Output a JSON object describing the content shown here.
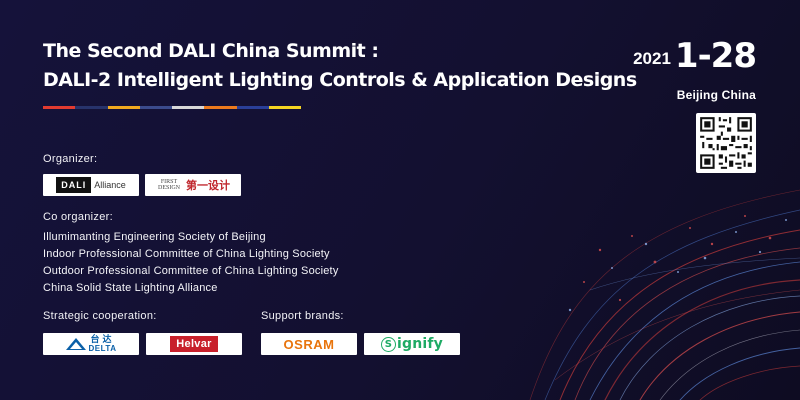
{
  "header": {
    "title_line1": "The Second DALI China Summit :",
    "title_line2": "DALI-2 Intelligent Lighting Controls & Application Designs"
  },
  "event": {
    "year": "2021",
    "date": "1-28",
    "city": "Beijing China"
  },
  "accent_colors": [
    "#e23b30",
    "#27336b",
    "#f0a91f",
    "#3b4b8c",
    "#d8d8d8",
    "#ec7a1d",
    "#2a3f98",
    "#f5d522"
  ],
  "qr_code": {
    "icon": "qr-code-icon"
  },
  "organizer": {
    "label": "Organizer:",
    "logos": [
      {
        "name": "DALI Alliance",
        "mark": "DALI",
        "text": "Alliance"
      },
      {
        "name": "First Design",
        "en": "FIRST DESIGN",
        "cn": "第一设计"
      }
    ]
  },
  "co_organizer": {
    "label": "Co organizer:",
    "items": [
      "Illumimanting Engineering Society of Beijing",
      "Indoor Professional Committee of China Lighting Society",
      "Outdoor Professional Committee of China Lighting Society",
      "China Solid State Lighting Alliance"
    ]
  },
  "strategic": {
    "label": "Strategic cooperation:",
    "logos": [
      {
        "name": "Delta",
        "cn": "台达",
        "en": "DELTA"
      },
      {
        "name": "Helvar",
        "text": "Helvar"
      }
    ]
  },
  "support": {
    "label": "Support brands:",
    "logos": [
      {
        "name": "OSRAM",
        "text": "OSRAM"
      },
      {
        "name": "Signify",
        "s": "S",
        "text": "ignify"
      }
    ]
  }
}
